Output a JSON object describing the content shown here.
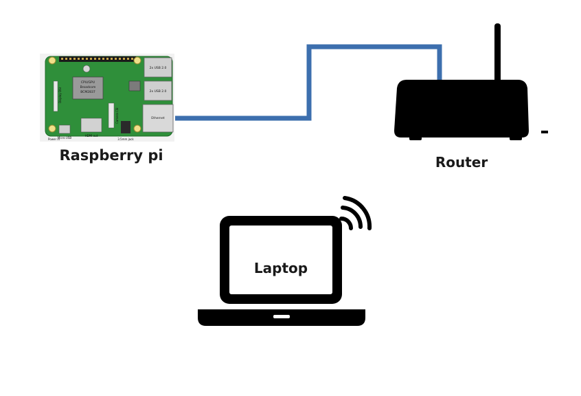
{
  "labels": {
    "raspberry_pi": "Raspberry pi",
    "router": "Router",
    "laptop": "Laptop"
  },
  "pi_board": {
    "usb_top": "2x USB 2.0",
    "usb_bottom": "2x USB 2.0",
    "ethernet": "Ethernet",
    "cpu_line1": "CPU/GPU",
    "cpu_line2": "Broadcom",
    "cpu_line3": "BCM2837",
    "micro_usb": "Micro USB",
    "power_in": "Power in",
    "hdmi": "HDMI out",
    "audio": "3.5mm jack",
    "display": "Display DSI",
    "camera": "Camera CSI"
  },
  "colors": {
    "cable": "#3d6fae",
    "pcb": "#2f8f3a",
    "device": "#000000"
  }
}
